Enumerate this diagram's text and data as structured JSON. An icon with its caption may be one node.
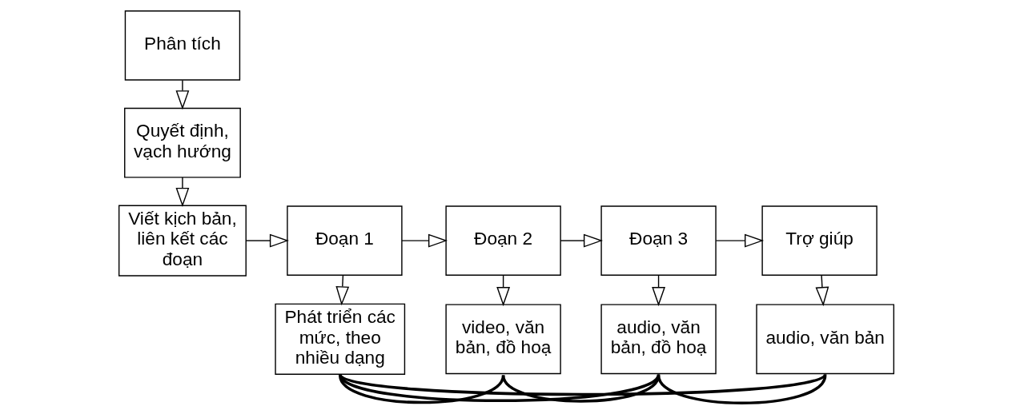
{
  "diagram": {
    "nodes": [
      {
        "text": [
          "Phân tích"
        ]
      },
      {
        "text": [
          "Quyết định, vạch hướng"
        ]
      },
      {
        "text": [
          "Viết kịch bản, liên kết các đoạn"
        ]
      },
      {
        "text": [
          "Đoạn 1"
        ]
      },
      {
        "text": [
          "Đoạn 2"
        ]
      },
      {
        "text": [
          "Đoạn 3"
        ]
      },
      {
        "text": [
          "Trợ giúp"
        ]
      },
      {
        "text": [
          "Phát triển các mức, theo nhiều dạng"
        ]
      },
      {
        "text": [
          "video, văn bản, đồ hoạ"
        ]
      },
      {
        "text": [
          "audio, văn bản, đồ hoạ"
        ]
      },
      {
        "text": [
          "audio, văn bản"
        ]
      }
    ],
    "edges": [
      {
        "from": 0,
        "to": 1,
        "arrow": "to"
      },
      {
        "from": 1,
        "to": 2,
        "arrow": "to"
      },
      {
        "from": 2,
        "to": 3,
        "arrow": "to"
      },
      {
        "from": 3,
        "to": 4,
        "arrow": "to"
      },
      {
        "from": 4,
        "to": 5,
        "arrow": "to"
      },
      {
        "from": 5,
        "to": 6,
        "arrow": "to"
      },
      {
        "from": 3,
        "to": 7,
        "arrow": "to"
      },
      {
        "from": 4,
        "to": 8,
        "arrow": "to"
      },
      {
        "from": 5,
        "to": 9,
        "arrow": "to"
      },
      {
        "from": 6,
        "to": 10,
        "arrow": "to"
      },
      {
        "from": 7,
        "to": 8,
        "arrow": "none",
        "style": "thick"
      },
      {
        "from": 7,
        "to": 9,
        "arrow": "none",
        "style": "thick"
      },
      {
        "from": 7,
        "to": 10,
        "arrow": "none",
        "style": "thick"
      },
      {
        "from": 8,
        "to": 9,
        "arrow": "none",
        "style": "thick"
      },
      {
        "from": 9,
        "to": 10,
        "arrow": "none",
        "style": "thick"
      }
    ]
  }
}
